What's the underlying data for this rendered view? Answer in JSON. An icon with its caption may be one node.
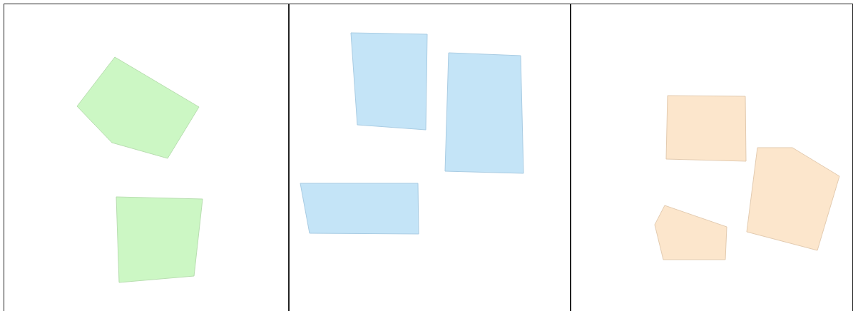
{
  "diagram": {
    "nodes": [
      {
        "text": [],
        "shape": "box"
      },
      {
        "text": [],
        "shape": "polygon",
        "in": 0
      },
      {
        "text": [],
        "shape": "polygon",
        "in": 0
      },
      {
        "text": [],
        "shape": "box"
      },
      {
        "text": [],
        "shape": "polygon",
        "in": 3
      },
      {
        "text": [],
        "shape": "polygon",
        "in": 3
      },
      {
        "text": [],
        "shape": "polygon",
        "in": 3
      },
      {
        "text": [],
        "shape": "box"
      },
      {
        "text": [],
        "shape": "polygon",
        "in": 7
      },
      {
        "text": [],
        "shape": "polygon",
        "in": 7
      },
      {
        "text": [],
        "shape": "polygon",
        "in": 7
      }
    ]
  }
}
